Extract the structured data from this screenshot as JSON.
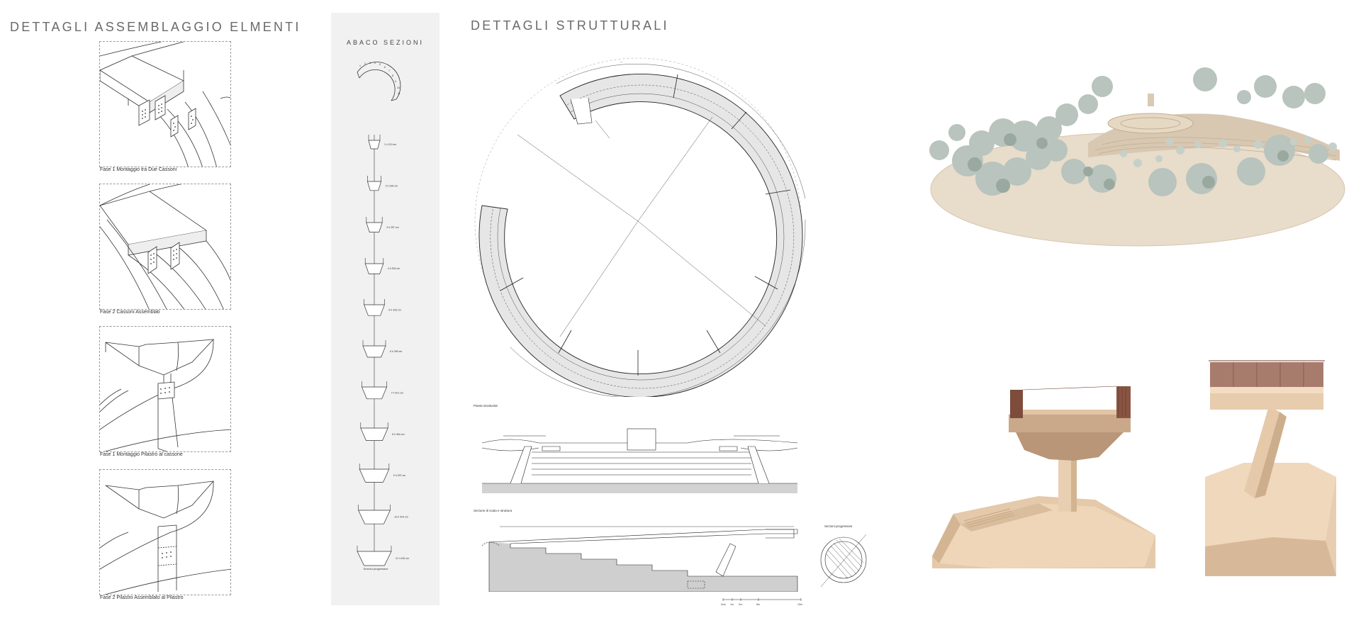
{
  "headings": {
    "left": "DETTAGLI ASSEMBLAGGIO ELMENTI",
    "middle": "DETTAGLI STRUTTURALI"
  },
  "abaco": {
    "title": "ABACO SEZIONI",
    "sections": [
      "1 h 210 cm",
      "2 h 235 cm",
      "3 h 257 cm",
      "4 h 303 cm",
      "5 h 333 cm",
      "6 h 390 cm",
      "7 h 421 cm",
      "8 h 364 cm",
      "9 h 397 cm",
      "10 h 424 cm",
      "11 h 430 cm"
    ],
    "bottom_labels": [
      "Sezioni progressive"
    ]
  },
  "assembly_phases": [
    {
      "caption": "Fase 1 Montaggio tra Due Cassoni"
    },
    {
      "caption": "Fase 2 Cassoni Assemblati"
    },
    {
      "caption": "Fase 1 Montaggio Pilastro al cassone"
    },
    {
      "caption": "Fase 2 Pilastro Assemblato al Pilastro"
    }
  ],
  "structural": {
    "plan_label": "Pianta strutturale",
    "section_label": "Sezione di scala e struttura",
    "detail_label": "Sezioni progressive",
    "scale_ticks": [
      "0cm",
      "1m",
      "2m",
      "5m",
      "10m"
    ]
  },
  "photos": {
    "top": "site-model-photo",
    "bottom_left": "structure-model-photo-front",
    "bottom_right": "structure-model-photo-side"
  }
}
